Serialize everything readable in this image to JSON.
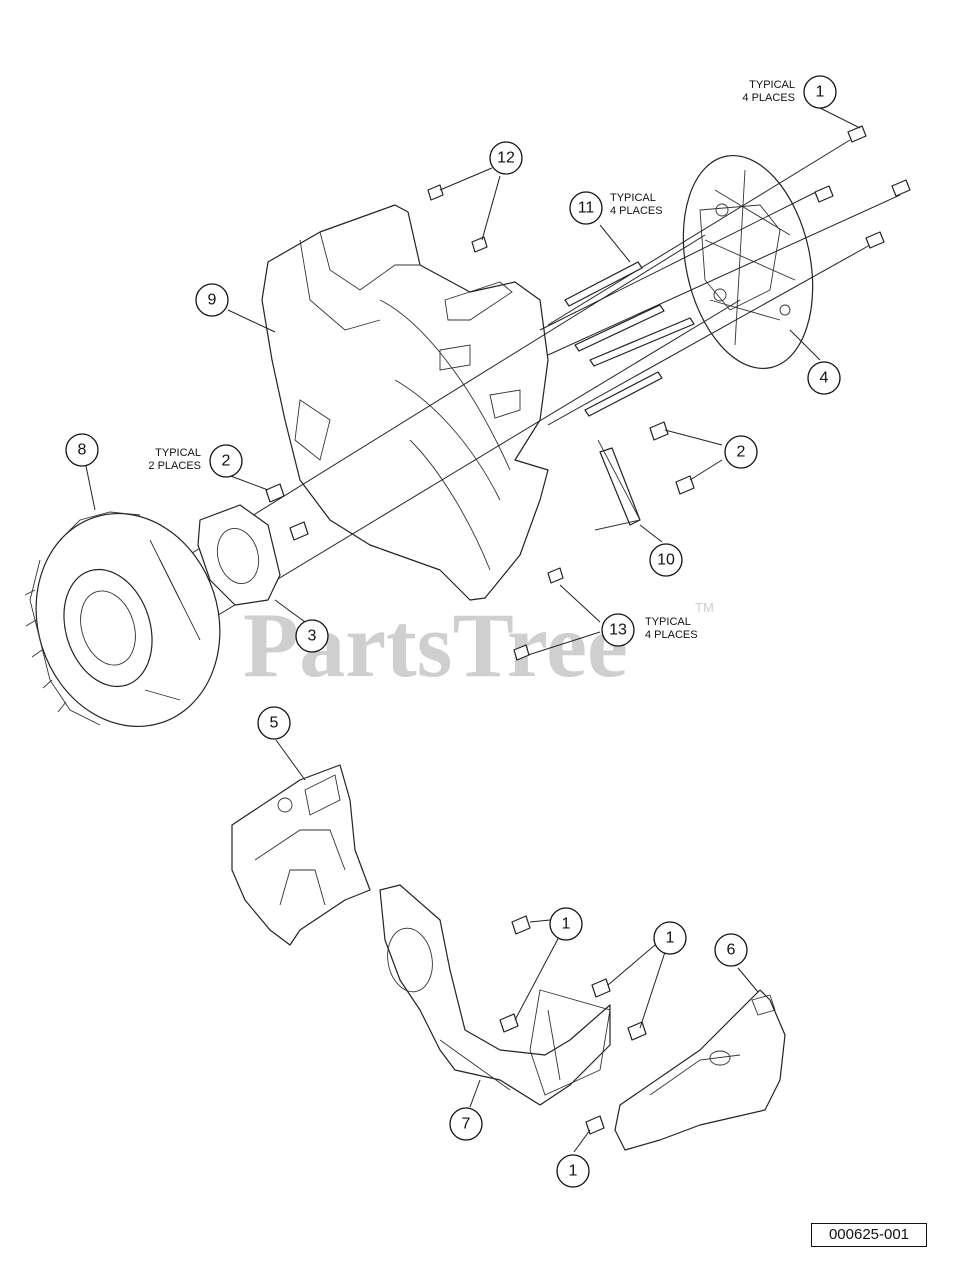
{
  "watermark": {
    "text": "PartsTree",
    "trademark": "TM"
  },
  "drawing_number": "000625-001",
  "callouts": [
    {
      "id": "c1a",
      "number": "1",
      "note": "TYPICAL|4 PLACES"
    },
    {
      "id": "c12",
      "number": "12",
      "note": ""
    },
    {
      "id": "c11",
      "number": "11",
      "note": "TYPICAL|4 PLACES"
    },
    {
      "id": "c9",
      "number": "9",
      "note": ""
    },
    {
      "id": "c4",
      "number": "4",
      "note": ""
    },
    {
      "id": "c8",
      "number": "8",
      "note": ""
    },
    {
      "id": "c2a",
      "number": "2",
      "note": "TYPICAL|2 PLACES"
    },
    {
      "id": "c2b",
      "number": "2",
      "note": ""
    },
    {
      "id": "c10",
      "number": "10",
      "note": ""
    },
    {
      "id": "c3",
      "number": "3",
      "note": ""
    },
    {
      "id": "c13",
      "number": "13",
      "note": "TYPICAL|4 PLACES"
    },
    {
      "id": "c5",
      "number": "5",
      "note": ""
    },
    {
      "id": "c1b",
      "number": "1",
      "note": ""
    },
    {
      "id": "c1c",
      "number": "1",
      "note": ""
    },
    {
      "id": "c6",
      "number": "6",
      "note": ""
    },
    {
      "id": "c7",
      "number": "7",
      "note": ""
    },
    {
      "id": "c1d",
      "number": "1",
      "note": ""
    }
  ]
}
